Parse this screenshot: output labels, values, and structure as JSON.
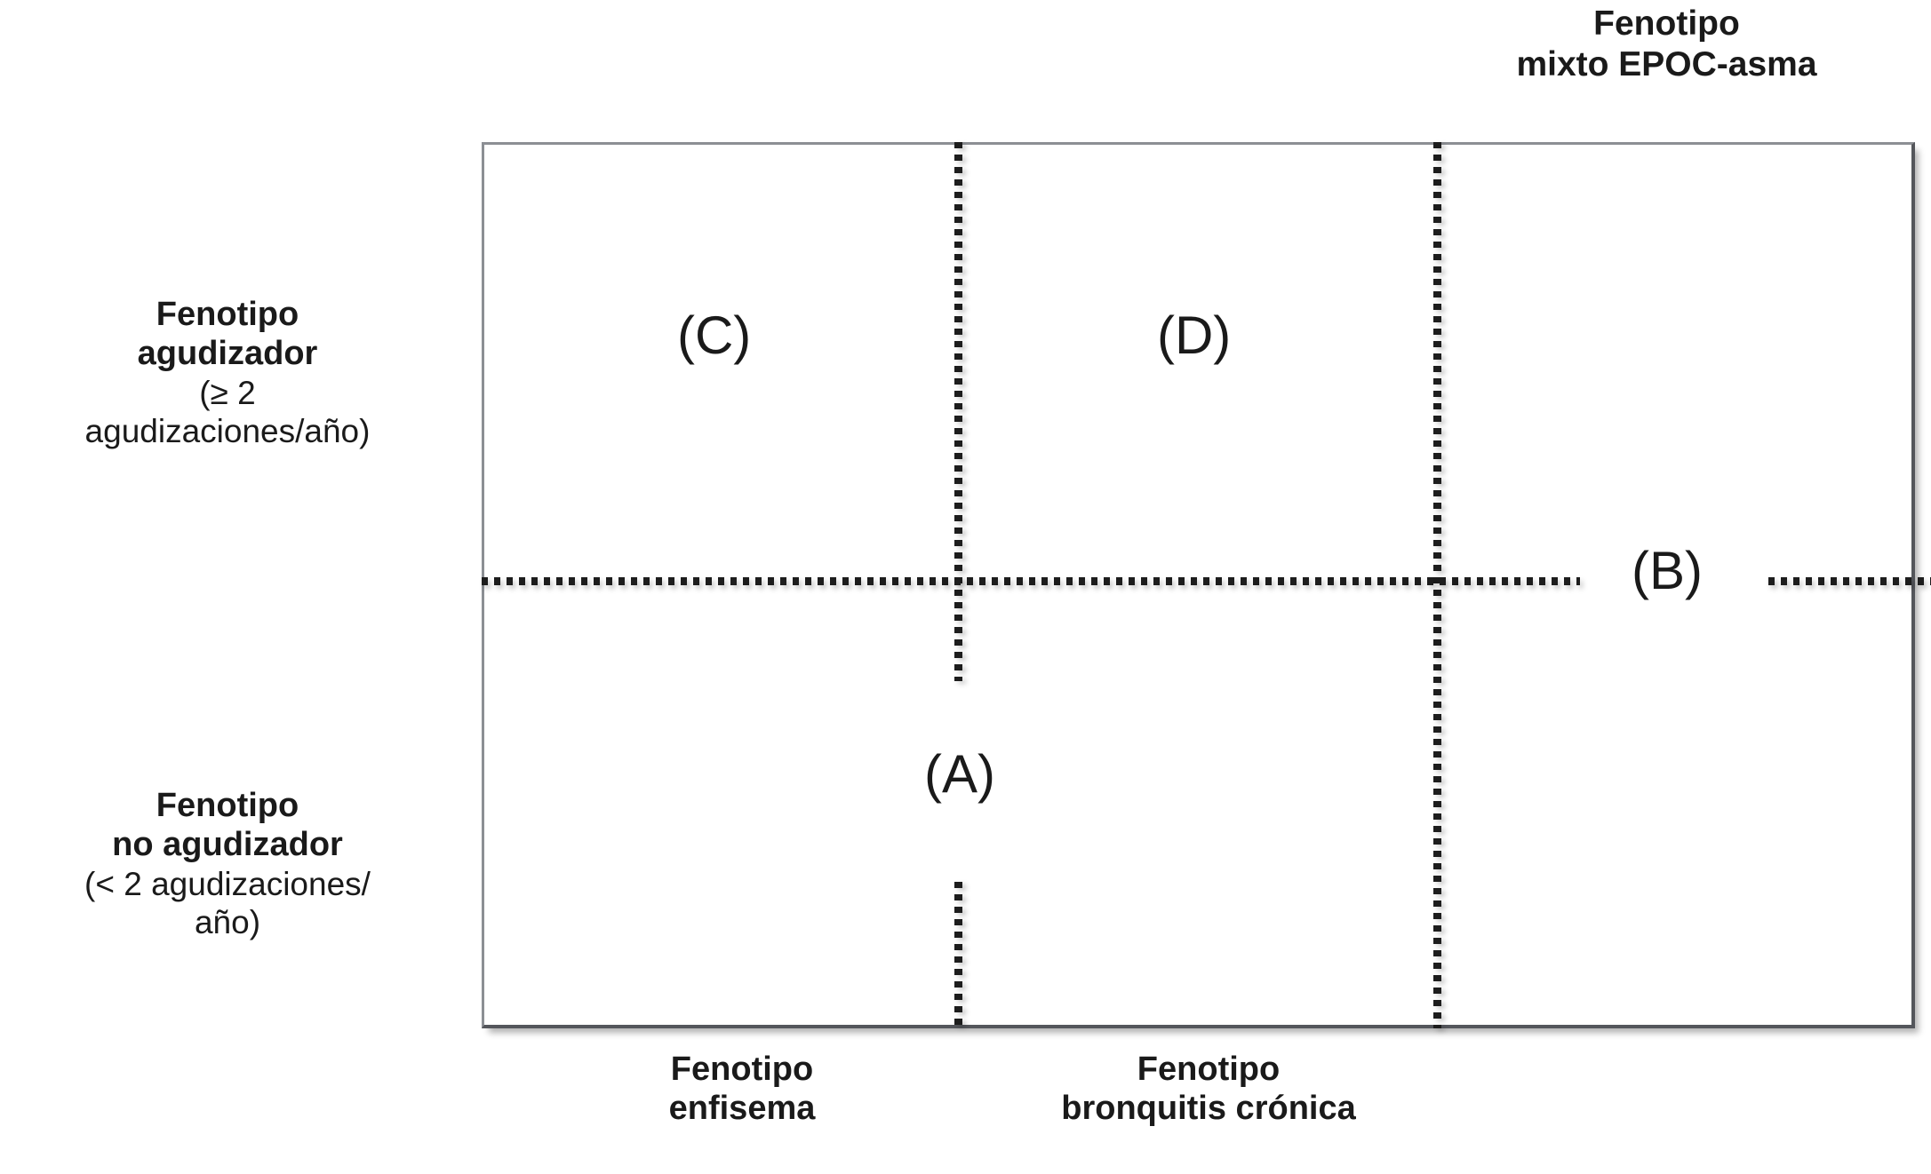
{
  "diagram": {
    "type": "quadrant-matrix",
    "title_absent": true,
    "axes": {
      "y_axis": {
        "upper": {
          "name_bold": "Fenotipo\nagudizador",
          "name_line1": "Fenotipo",
          "name_line2": "agudizador",
          "qualifier_line1": "(≥ 2",
          "qualifier_line2": "agudizaciones/año)"
        },
        "lower": {
          "name_line1": "Fenotipo",
          "name_line2": "no agudizador",
          "qualifier_line1": "(< 2 agudizaciones/",
          "qualifier_line2": "año)"
        }
      },
      "x_axis": {
        "left": {
          "line1": "Fenotipo",
          "line2": "enfisema"
        },
        "middle": {
          "line1": "Fenotipo",
          "line2": "bronquitis crónica"
        },
        "right": {
          "line1": "Fenotipo",
          "line2": "mixto EPOC-asma"
        }
      }
    },
    "quadrant_markers": [
      {
        "id": "A",
        "label": "(A)"
      },
      {
        "id": "B",
        "label": "(B)"
      },
      {
        "id": "C",
        "label": "(C)"
      },
      {
        "id": "D",
        "label": "(D)"
      }
    ],
    "colors": {
      "background": "#ffffff",
      "text": "#1a1a1a",
      "frame_light": "#8c8f94",
      "frame_dark": "#54565b",
      "divider_dot": "#1d1d1d"
    }
  }
}
